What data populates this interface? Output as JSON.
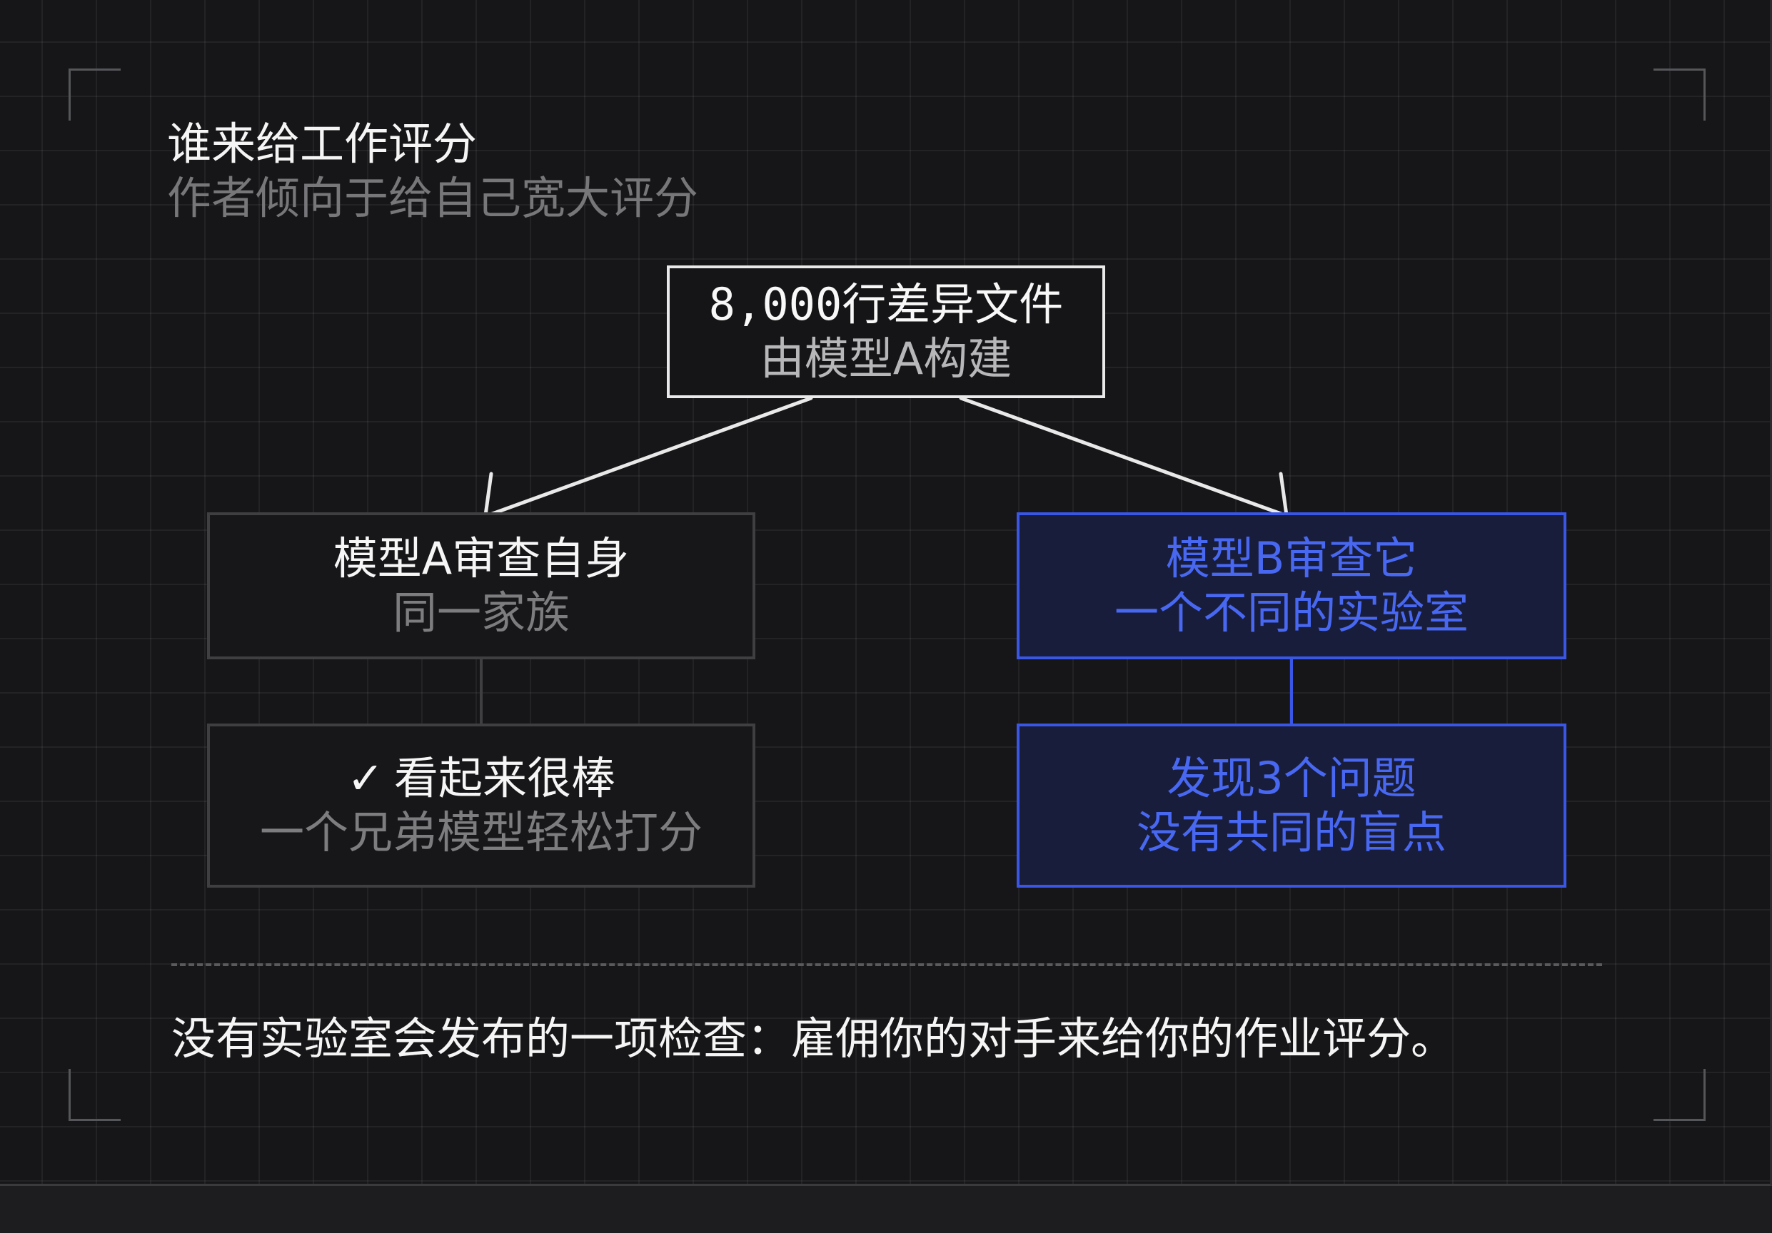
{
  "header": {
    "title": "谁来给工作评分",
    "subtitle": "作者倾向于给自己宽大评分"
  },
  "diagram": {
    "root": {
      "line1": "8,000行差异文件",
      "line2": "由模型A构建"
    },
    "left_branch": {
      "reviewer": {
        "line1": "模型A审查自身",
        "line2": "同一家族"
      },
      "result": {
        "check": "✓",
        "line1": "看起来很棒",
        "line2": "一个兄弟模型轻松打分"
      }
    },
    "right_branch": {
      "reviewer": {
        "line1": "模型B审查它",
        "line2": "一个不同的实验室"
      },
      "result": {
        "line1": "发现3个问题",
        "line2": "没有共同的盲点"
      }
    }
  },
  "footer": {
    "text": "没有实验室会发布的一项检查：雇佣你的对手来给你的作业评分。"
  },
  "colors": {
    "background": "#161618",
    "accent_blue": "#3a56e6",
    "muted_text": "#77777a",
    "node_border_light": "#e9e9e9"
  }
}
